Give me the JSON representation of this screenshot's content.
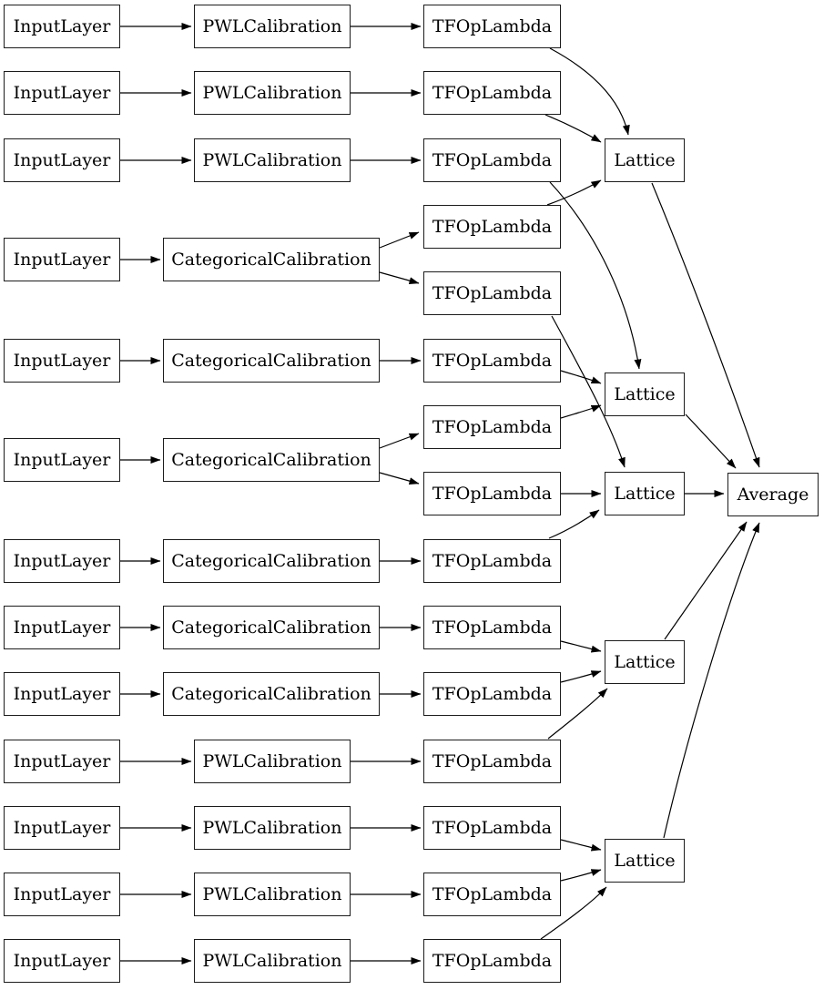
{
  "diagram": {
    "description": "Keras model graph with calibration layers, lattices and average",
    "colors": {
      "background": "#ffffff",
      "node_border": "#1c1c1c",
      "edge": "#000000",
      "text": "#000000"
    },
    "labels": {
      "input_layer": "InputLayer",
      "pwl_calibration": "PWLCalibration",
      "categorical_calibration": "CategoricalCalibration",
      "tf_op_lambda": "TFOpLambda",
      "lattice": "Lattice",
      "average": "Average"
    },
    "counts": {
      "input_layers": 13,
      "pwl_calibrations": 7,
      "categorical_calibrations": 6,
      "tf_op_lambdas": 15,
      "lattices": 5,
      "averages": 1
    },
    "nodes": [
      {
        "id": "il1",
        "type": "InputLayer",
        "label": "InputLayer"
      },
      {
        "id": "il2",
        "type": "InputLayer",
        "label": "InputLayer"
      },
      {
        "id": "il3",
        "type": "InputLayer",
        "label": "InputLayer"
      },
      {
        "id": "il4",
        "type": "InputLayer",
        "label": "InputLayer"
      },
      {
        "id": "il5",
        "type": "InputLayer",
        "label": "InputLayer"
      },
      {
        "id": "il6",
        "type": "InputLayer",
        "label": "InputLayer"
      },
      {
        "id": "il7",
        "type": "InputLayer",
        "label": "InputLayer"
      },
      {
        "id": "il8",
        "type": "InputLayer",
        "label": "InputLayer"
      },
      {
        "id": "il9",
        "type": "InputLayer",
        "label": "InputLayer"
      },
      {
        "id": "il10",
        "type": "InputLayer",
        "label": "InputLayer"
      },
      {
        "id": "il11",
        "type": "InputLayer",
        "label": "InputLayer"
      },
      {
        "id": "il12",
        "type": "InputLayer",
        "label": "InputLayer"
      },
      {
        "id": "il13",
        "type": "InputLayer",
        "label": "InputLayer"
      },
      {
        "id": "pwl1",
        "type": "PWLCalibration",
        "label": "PWLCalibration"
      },
      {
        "id": "pwl2",
        "type": "PWLCalibration",
        "label": "PWLCalibration"
      },
      {
        "id": "pwl3",
        "type": "PWLCalibration",
        "label": "PWLCalibration"
      },
      {
        "id": "cat1",
        "type": "CategoricalCalibration",
        "label": "CategoricalCalibration"
      },
      {
        "id": "cat2",
        "type": "CategoricalCalibration",
        "label": "CategoricalCalibration"
      },
      {
        "id": "cat3",
        "type": "CategoricalCalibration",
        "label": "CategoricalCalibration"
      },
      {
        "id": "cat4",
        "type": "CategoricalCalibration",
        "label": "CategoricalCalibration"
      },
      {
        "id": "cat5",
        "type": "CategoricalCalibration",
        "label": "CategoricalCalibration"
      },
      {
        "id": "cat6",
        "type": "CategoricalCalibration",
        "label": "CategoricalCalibration"
      },
      {
        "id": "pwl4",
        "type": "PWLCalibration",
        "label": "PWLCalibration"
      },
      {
        "id": "pwl5",
        "type": "PWLCalibration",
        "label": "PWLCalibration"
      },
      {
        "id": "pwl6",
        "type": "PWLCalibration",
        "label": "PWLCalibration"
      },
      {
        "id": "pwl7",
        "type": "PWLCalibration",
        "label": "PWLCalibration"
      },
      {
        "id": "t1",
        "type": "TFOpLambda",
        "label": "TFOpLambda"
      },
      {
        "id": "t2",
        "type": "TFOpLambda",
        "label": "TFOpLambda"
      },
      {
        "id": "t3",
        "type": "TFOpLambda",
        "label": "TFOpLambda"
      },
      {
        "id": "t4a",
        "type": "TFOpLambda",
        "label": "TFOpLambda"
      },
      {
        "id": "t4b",
        "type": "TFOpLambda",
        "label": "TFOpLambda"
      },
      {
        "id": "t5",
        "type": "TFOpLambda",
        "label": "TFOpLambda"
      },
      {
        "id": "t6a",
        "type": "TFOpLambda",
        "label": "TFOpLambda"
      },
      {
        "id": "t6b",
        "type": "TFOpLambda",
        "label": "TFOpLambda"
      },
      {
        "id": "t7",
        "type": "TFOpLambda",
        "label": "TFOpLambda"
      },
      {
        "id": "t8",
        "type": "TFOpLambda",
        "label": "TFOpLambda"
      },
      {
        "id": "t9",
        "type": "TFOpLambda",
        "label": "TFOpLambda"
      },
      {
        "id": "t10",
        "type": "TFOpLambda",
        "label": "TFOpLambda"
      },
      {
        "id": "t11",
        "type": "TFOpLambda",
        "label": "TFOpLambda"
      },
      {
        "id": "t12",
        "type": "TFOpLambda",
        "label": "TFOpLambda"
      },
      {
        "id": "t13",
        "type": "TFOpLambda",
        "label": "TFOpLambda"
      },
      {
        "id": "lat1",
        "type": "Lattice",
        "label": "Lattice"
      },
      {
        "id": "lat2",
        "type": "Lattice",
        "label": "Lattice"
      },
      {
        "id": "lat3",
        "type": "Lattice",
        "label": "Lattice"
      },
      {
        "id": "lat4",
        "type": "Lattice",
        "label": "Lattice"
      },
      {
        "id": "lat5",
        "type": "Lattice",
        "label": "Lattice"
      },
      {
        "id": "avg",
        "type": "Average",
        "label": "Average"
      }
    ],
    "edges": [
      {
        "from": "il1",
        "to": "pwl1"
      },
      {
        "from": "il2",
        "to": "pwl2"
      },
      {
        "from": "il3",
        "to": "pwl3"
      },
      {
        "from": "il4",
        "to": "cat1"
      },
      {
        "from": "il5",
        "to": "cat2"
      },
      {
        "from": "il6",
        "to": "cat3"
      },
      {
        "from": "il7",
        "to": "cat4"
      },
      {
        "from": "il8",
        "to": "cat5"
      },
      {
        "from": "il9",
        "to": "cat6"
      },
      {
        "from": "il10",
        "to": "pwl4"
      },
      {
        "from": "il11",
        "to": "pwl5"
      },
      {
        "from": "il12",
        "to": "pwl6"
      },
      {
        "from": "il13",
        "to": "pwl7"
      },
      {
        "from": "pwl1",
        "to": "t1"
      },
      {
        "from": "pwl2",
        "to": "t2"
      },
      {
        "from": "pwl3",
        "to": "t3"
      },
      {
        "from": "cat1",
        "to": "t4a"
      },
      {
        "from": "cat1",
        "to": "t4b"
      },
      {
        "from": "cat2",
        "to": "t5"
      },
      {
        "from": "cat3",
        "to": "t6a"
      },
      {
        "from": "cat3",
        "to": "t6b"
      },
      {
        "from": "cat4",
        "to": "t7"
      },
      {
        "from": "cat5",
        "to": "t8"
      },
      {
        "from": "cat6",
        "to": "t9"
      },
      {
        "from": "pwl4",
        "to": "t10"
      },
      {
        "from": "pwl5",
        "to": "t11"
      },
      {
        "from": "pwl6",
        "to": "t12"
      },
      {
        "from": "pwl7",
        "to": "t13"
      },
      {
        "from": "t1",
        "to": "lat1"
      },
      {
        "from": "t2",
        "to": "lat1"
      },
      {
        "from": "t4a",
        "to": "lat1"
      },
      {
        "from": "t3",
        "to": "lat2"
      },
      {
        "from": "t5",
        "to": "lat2"
      },
      {
        "from": "t6a",
        "to": "lat2"
      },
      {
        "from": "t4b",
        "to": "lat3"
      },
      {
        "from": "t6b",
        "to": "lat3"
      },
      {
        "from": "t7",
        "to": "lat3"
      },
      {
        "from": "t8",
        "to": "lat4"
      },
      {
        "from": "t9",
        "to": "lat4"
      },
      {
        "from": "t10",
        "to": "lat4"
      },
      {
        "from": "t11",
        "to": "lat5"
      },
      {
        "from": "t12",
        "to": "lat5"
      },
      {
        "from": "t13",
        "to": "lat5"
      },
      {
        "from": "lat1",
        "to": "avg"
      },
      {
        "from": "lat2",
        "to": "avg"
      },
      {
        "from": "lat3",
        "to": "avg"
      },
      {
        "from": "lat4",
        "to": "avg"
      },
      {
        "from": "lat5",
        "to": "avg"
      }
    ]
  }
}
